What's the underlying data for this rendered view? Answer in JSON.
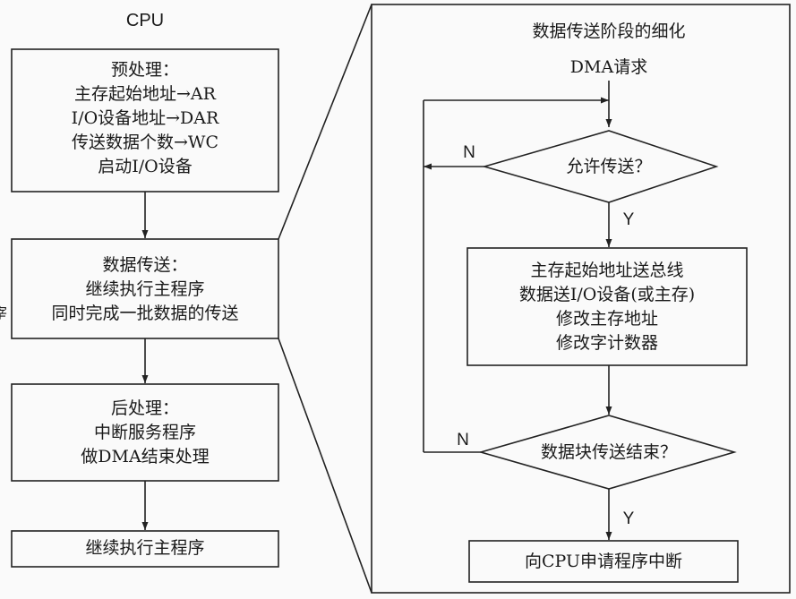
{
  "left": {
    "title": "CPU",
    "preprocess": {
      "heading": "预处理：",
      "lines": [
        "主存起始地址→AR",
        "I/O设备地址→DAR",
        "传送数据个数→WC",
        "启动I/O设备"
      ]
    },
    "transfer": {
      "heading": "数据传送：",
      "lines": [
        "继续执行主程序",
        "同时完成一批数据的传送"
      ]
    },
    "postprocess": {
      "heading": "后处理：",
      "lines": [
        "中断服务程序",
        "做DMA结束处理"
      ]
    },
    "continue_label": "继续执行主程序"
  },
  "right": {
    "title": "数据传送阶段的细化",
    "start_label": "DMA请求",
    "decision1": "允许传送？",
    "process_lines": [
      "主存起始地址送总线",
      "数据送I/O设备(或主存)",
      "修改主存地址",
      "修改字计数器"
    ],
    "decision2": "数据块传送结束？",
    "end_label": "向CPU申请程序中断",
    "yes": "Y",
    "no": "N"
  },
  "edge_marker": "宰"
}
